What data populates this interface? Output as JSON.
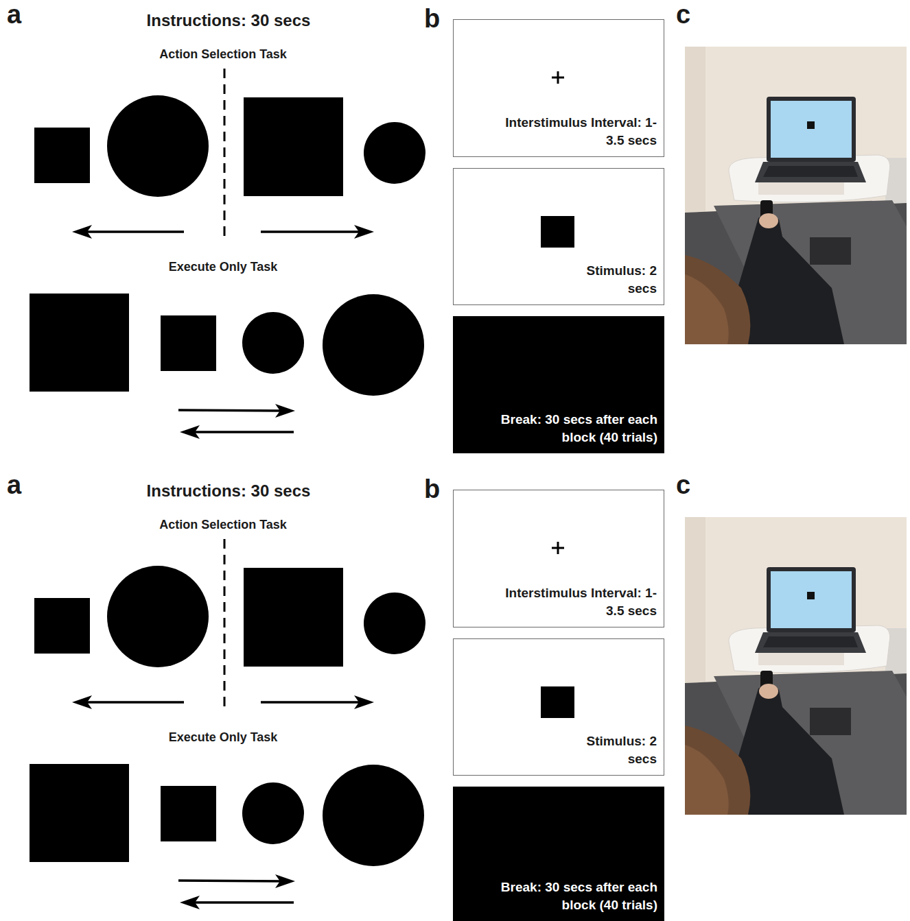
{
  "diagram": {
    "nodes": [
      {
        "text": [
          "Interstimulus Interval: 1-3.5 secs"
        ]
      },
      {
        "text": [
          "Stimulus: 2 secs"
        ]
      },
      {
        "text": [
          "Break: 30 secs after each block (40 trials)"
        ]
      },
      {
        "text": [
          "Interstimulus Interval: 1-3.5 secs"
        ]
      },
      {
        "text": [
          "Stimulus: 2 secs"
        ]
      },
      {
        "text": [
          "Break: 30 secs after each block (40 trials)"
        ]
      }
    ],
    "labels": [
      "a",
      "Instructions: 30 secs",
      "Action Selection Task",
      "Execute Only Task",
      "b",
      "c",
      "a",
      "Instructions: 30 secs",
      "Action Selection Task",
      "Execute Only Task",
      "b",
      "c"
    ]
  }
}
